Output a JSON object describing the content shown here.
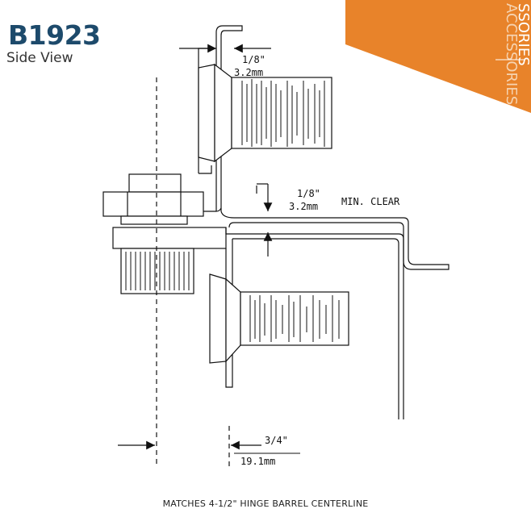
{
  "header": {
    "title": "B1923",
    "subtitle": "Side View"
  },
  "tab": {
    "label_top": "ACCESSORIES",
    "label_bottom": "SSORIES",
    "color": "#e8832a"
  },
  "dimensions": {
    "top_gap": {
      "in": "1/8\"",
      "mm": "3.2mm"
    },
    "clearance": {
      "in": "1/8\"",
      "mm": "3.2mm",
      "note": "MIN. CLEAR"
    },
    "offset": {
      "in": "3/4\"",
      "mm": "19.1mm"
    }
  },
  "caption": "MATCHES 4-1/2\" HINGE BARREL CENTERLINE"
}
